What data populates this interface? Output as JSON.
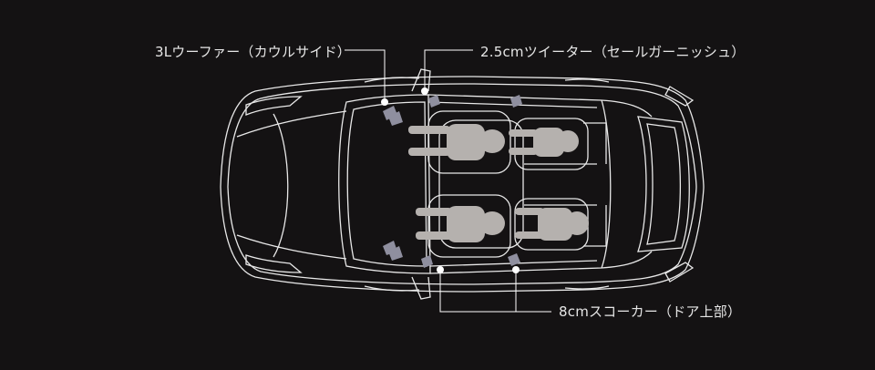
{
  "labels": {
    "woofer": "3Lウーファー（カウルサイド）",
    "tweeter": "2.5cmツイーター（セールガーニッシュ）",
    "door_speaker": "8cmスコーカー（ドア上部）"
  },
  "colors": {
    "background": "#141213",
    "car_outline": "#e8e8e8",
    "occupant": "#b5b1ae",
    "speaker": "#8f8f9f",
    "leader_line": "#ffffff"
  }
}
